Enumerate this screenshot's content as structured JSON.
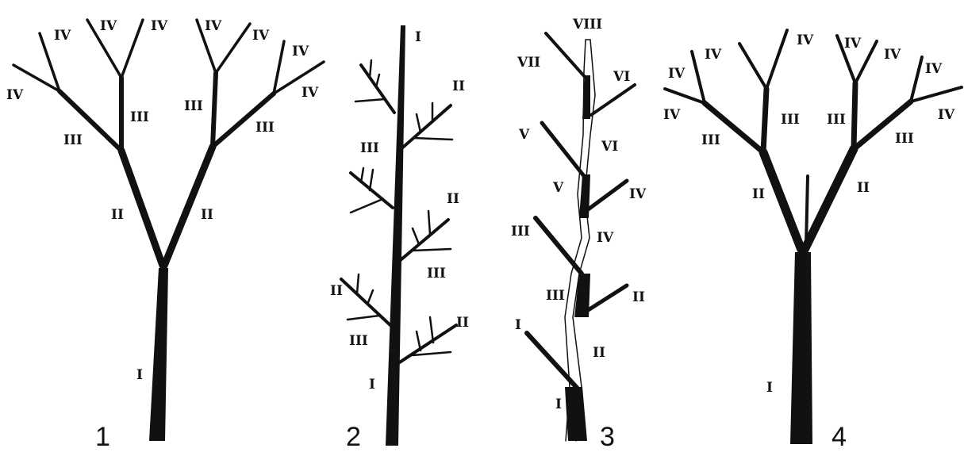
{
  "panels": [
    {
      "number": "1",
      "labels": [
        "I",
        "II",
        "II",
        "III",
        "III",
        "III",
        "III",
        "IV",
        "IV",
        "IV",
        "IV",
        "IV",
        "IV",
        "IV",
        "IV"
      ]
    },
    {
      "number": "2",
      "labels": [
        "I",
        "I",
        "II",
        "II",
        "II",
        "II",
        "III",
        "III",
        "III"
      ]
    },
    {
      "number": "3",
      "labels": [
        "VIII",
        "VII",
        "VI",
        "VI",
        "V",
        "V",
        "IV",
        "IV",
        "III",
        "III",
        "II",
        "II",
        "I",
        "I"
      ]
    },
    {
      "number": "4",
      "labels": [
        "I",
        "II",
        "II",
        "III",
        "III",
        "III",
        "III",
        "IV",
        "IV",
        "IV",
        "IV",
        "IV",
        "IV",
        "IV",
        "IV"
      ]
    }
  ],
  "colors": {
    "ink": "#111111",
    "paper": "#ffffff"
  }
}
